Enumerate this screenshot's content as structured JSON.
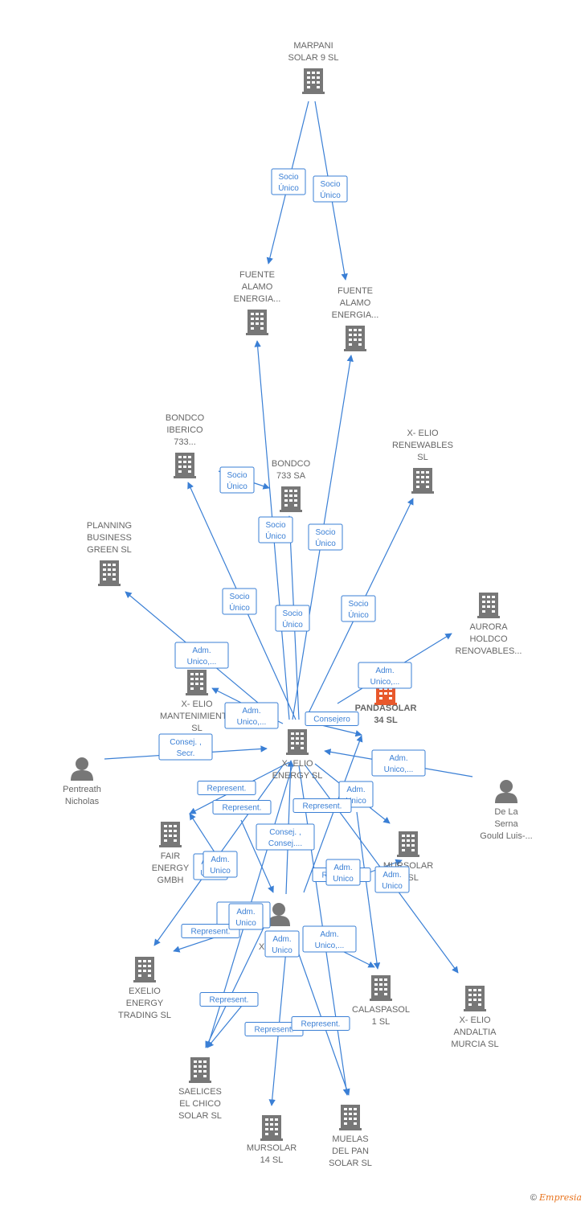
{
  "colors": {
    "edge": "#3a7fd5",
    "company": "#777777",
    "highlight": "#e8582c",
    "person": "#777777",
    "label": "#666666"
  },
  "nodes": [
    {
      "id": "marpani",
      "type": "company",
      "lines": [
        "MARPANI",
        "SOLAR 9  SL"
      ]
    },
    {
      "id": "fuente1",
      "type": "company",
      "lines": [
        "FUENTE",
        "ALAMO",
        "ENERGIA..."
      ]
    },
    {
      "id": "fuente2",
      "type": "company",
      "lines": [
        "FUENTE",
        "ALAMO",
        "ENERGIA..."
      ]
    },
    {
      "id": "bondco733i",
      "type": "company",
      "lines": [
        "BONDCO",
        "IBERICO",
        "733..."
      ]
    },
    {
      "id": "bondco733",
      "type": "company",
      "lines": [
        "BONDCO",
        "733 SA"
      ]
    },
    {
      "id": "xelioren",
      "type": "company",
      "lines": [
        "X- ELIO",
        "RENEWABLES",
        "SL"
      ]
    },
    {
      "id": "planning",
      "type": "company",
      "lines": [
        "PLANNING",
        "BUSINESS",
        "GREEN  SL"
      ]
    },
    {
      "id": "aurora",
      "type": "company",
      "lines": [
        "AURORA",
        "HOLDCO",
        "RENOVABLES..."
      ]
    },
    {
      "id": "xeliomant",
      "type": "company",
      "lines": [
        "X- ELIO",
        "MANTENIMIENTO",
        "SL"
      ]
    },
    {
      "id": "pandasolar",
      "type": "company-main",
      "lines": [
        "PANDASOLAR",
        "34  SL"
      ]
    },
    {
      "id": "xelioenergy",
      "type": "company",
      "lines": [
        "X- ELIO",
        "ENERGY  SL"
      ]
    },
    {
      "id": "pentreath",
      "type": "person",
      "lines": [
        "Pentreath",
        "Nicholas"
      ]
    },
    {
      "id": "delaserna",
      "type": "person",
      "lines": [
        "De La",
        "Serna",
        "Gould Luis-..."
      ]
    },
    {
      "id": "fair",
      "type": "company",
      "lines": [
        "FAIR",
        "ENERGY",
        "GMBH"
      ]
    },
    {
      "id": "mursolar_r",
      "type": "company",
      "lines": [
        "MURSOLAR",
        "...  SL"
      ]
    },
    {
      "id": "xicoy",
      "type": "person",
      "lines": [
        "N...",
        "Xicoy Luis"
      ]
    },
    {
      "id": "exelio",
      "type": "company",
      "lines": [
        "EXELIO",
        "ENERGY",
        "TRADING  SL"
      ]
    },
    {
      "id": "calaspasol",
      "type": "company",
      "lines": [
        "CALASPASOL",
        "1  SL"
      ]
    },
    {
      "id": "xelioandaltia",
      "type": "company",
      "lines": [
        "X- ELIO",
        "ANDALTIA",
        "MURCIA  SL"
      ]
    },
    {
      "id": "saelices",
      "type": "company",
      "lines": [
        "SAELICES",
        "EL CHICO",
        "SOLAR SL"
      ]
    },
    {
      "id": "mursolar14",
      "type": "company",
      "lines": [
        "MURSOLAR",
        "14 SL"
      ]
    },
    {
      "id": "muelas",
      "type": "company",
      "lines": [
        "MUELAS",
        "DEL PAN",
        "SOLAR SL"
      ]
    }
  ],
  "edge_labels": [
    [
      "Socio",
      "Único"
    ],
    [
      "Socio",
      "Único"
    ],
    [
      "Socio",
      "Único"
    ],
    [
      "Socio",
      "Único"
    ],
    [
      "Socio",
      "Único"
    ],
    [
      "Socio",
      "Único"
    ],
    [
      "Socio",
      "Único"
    ],
    [
      "Socio",
      "Único"
    ],
    [
      "Adm.",
      "Unico,..."
    ],
    [
      "Adm.",
      "Unico,..."
    ],
    [
      "Adm.",
      "Unico,..."
    ],
    [
      "Consejero"
    ],
    [
      "Consej. ,",
      "Secr."
    ],
    [
      "Adm.",
      "Unico,..."
    ],
    [
      "Represent."
    ],
    [
      "Represent."
    ],
    [
      "Adm.",
      "Unico"
    ],
    [
      "Consej. ,",
      "Consej...."
    ],
    [
      "Represent."
    ],
    [
      "Adm.",
      "Unico"
    ],
    [
      "Represent."
    ],
    [
      "Adm.",
      "Unico"
    ],
    [
      "Adm.",
      "Unico,..."
    ],
    [
      "Represent."
    ],
    [
      "Adm.",
      "Unico"
    ],
    [
      "Adm.",
      "Unico,..."
    ],
    [
      "Represent."
    ],
    [
      "Represent."
    ],
    [
      "Represent."
    ],
    [
      "Adm.",
      "Unico"
    ],
    [
      "Adm.",
      "Unico"
    ],
    [
      "Adm.",
      "Unico"
    ]
  ],
  "copyright": {
    "symbol": "©",
    "brand": "Empresia"
  }
}
